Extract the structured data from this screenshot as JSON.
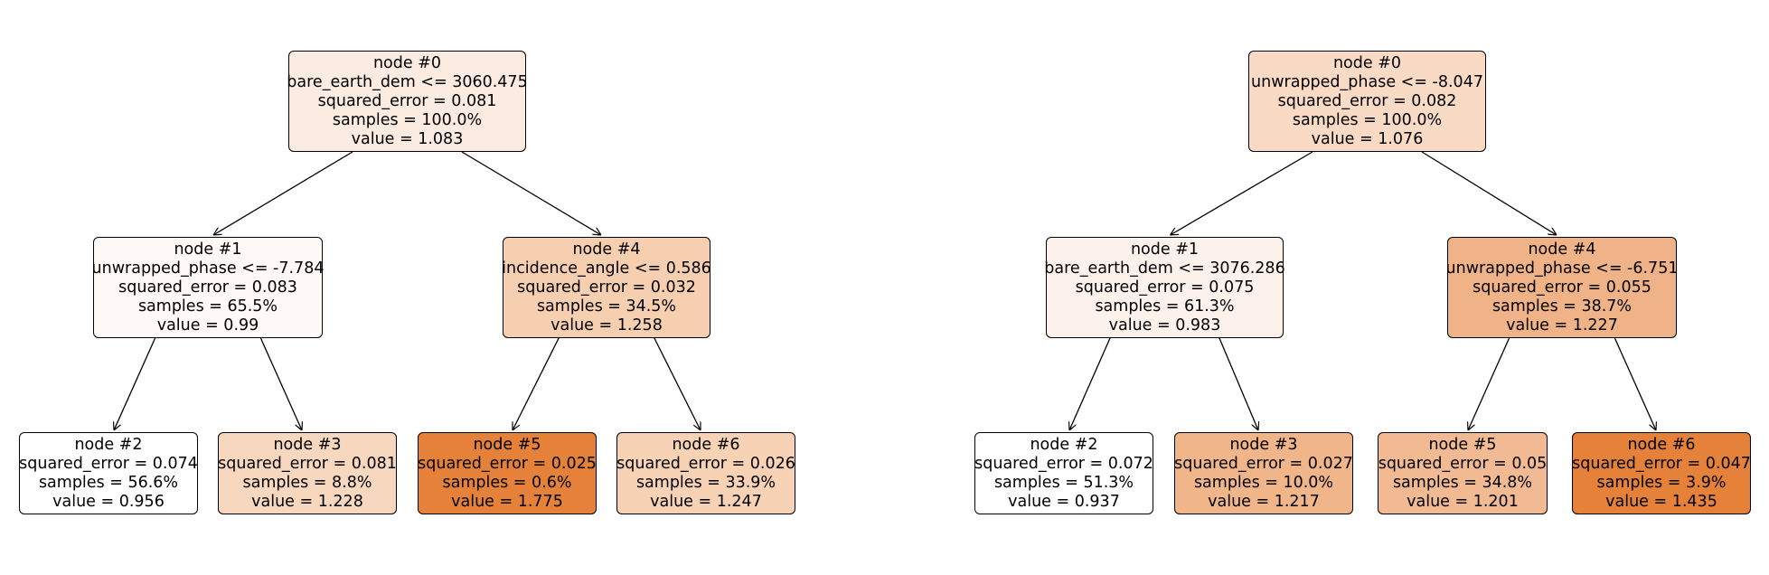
{
  "trees": [
    {
      "nodes": [
        {
          "id": "0",
          "lines": [
            "node #0",
            "bare_earth_dem <= 3060.475",
            "squared_error = 0.081",
            "samples = 100.0%",
            "value = 1.083"
          ],
          "fill": "#fcebe0"
        },
        {
          "id": "1",
          "lines": [
            "node #1",
            "unwrapped_phase <= -7.784",
            "squared_error = 0.083",
            "samples = 65.5%",
            "value = 0.99"
          ],
          "fill": "#fffaf7"
        },
        {
          "id": "2",
          "lines": [
            "node #2",
            "squared_error = 0.074",
            "samples = 56.6%",
            "value = 0.956"
          ],
          "fill": "#ffffff"
        },
        {
          "id": "3",
          "lines": [
            "node #3",
            "squared_error = 0.081",
            "samples = 8.8%",
            "value = 1.228"
          ],
          "fill": "#f7d7bd"
        },
        {
          "id": "4",
          "lines": [
            "node #4",
            "incidence_angle <= 0.586",
            "squared_error = 0.032",
            "samples = 34.5%",
            "value = 1.258"
          ],
          "fill": "#f6cfb0"
        },
        {
          "id": "5",
          "lines": [
            "node #5",
            "squared_error = 0.025",
            "samples = 0.6%",
            "value = 1.775"
          ],
          "fill": "#e58139"
        },
        {
          "id": "6",
          "lines": [
            "node #6",
            "squared_error = 0.026",
            "samples = 33.9%",
            "value = 1.247"
          ],
          "fill": "#f7d2b5"
        }
      ],
      "edges": [
        [
          "0",
          "1"
        ],
        [
          "0",
          "4"
        ],
        [
          "1",
          "2"
        ],
        [
          "1",
          "3"
        ],
        [
          "4",
          "5"
        ],
        [
          "4",
          "6"
        ]
      ]
    },
    {
      "nodes": [
        {
          "id": "0",
          "lines": [
            "node #0",
            "unwrapped_phase <= -8.047",
            "squared_error = 0.082",
            "samples = 100.0%",
            "value = 1.076"
          ],
          "fill": "#f9dac4"
        },
        {
          "id": "1",
          "lines": [
            "node #1",
            "bare_earth_dem <= 3076.286",
            "squared_error = 0.075",
            "samples = 61.3%",
            "value = 0.983"
          ],
          "fill": "#fdf2eb"
        },
        {
          "id": "2",
          "lines": [
            "node #2",
            "squared_error = 0.072",
            "samples = 51.3%",
            "value = 0.937"
          ],
          "fill": "#ffffff"
        },
        {
          "id": "3",
          "lines": [
            "node #3",
            "squared_error = 0.027",
            "samples = 10.0%",
            "value = 1.217"
          ],
          "fill": "#f1b58a"
        },
        {
          "id": "4",
          "lines": [
            "node #4",
            "unwrapped_phase <= -6.751",
            "squared_error = 0.055",
            "samples = 38.7%",
            "value = 1.227"
          ],
          "fill": "#f0b387"
        },
        {
          "id": "5",
          "lines": [
            "node #5",
            "squared_error = 0.05",
            "samples = 34.8%",
            "value = 1.201"
          ],
          "fill": "#f2ba92"
        },
        {
          "id": "6",
          "lines": [
            "node #6",
            "squared_error = 0.047",
            "samples = 3.9%",
            "value = 1.435"
          ],
          "fill": "#e58139"
        }
      ],
      "edges": [
        [
          "0",
          "1"
        ],
        [
          "0",
          "4"
        ],
        [
          "1",
          "2"
        ],
        [
          "1",
          "3"
        ],
        [
          "4",
          "5"
        ],
        [
          "4",
          "6"
        ]
      ]
    }
  ],
  "colors": {
    "border": "#000000",
    "edge": "#000000"
  }
}
